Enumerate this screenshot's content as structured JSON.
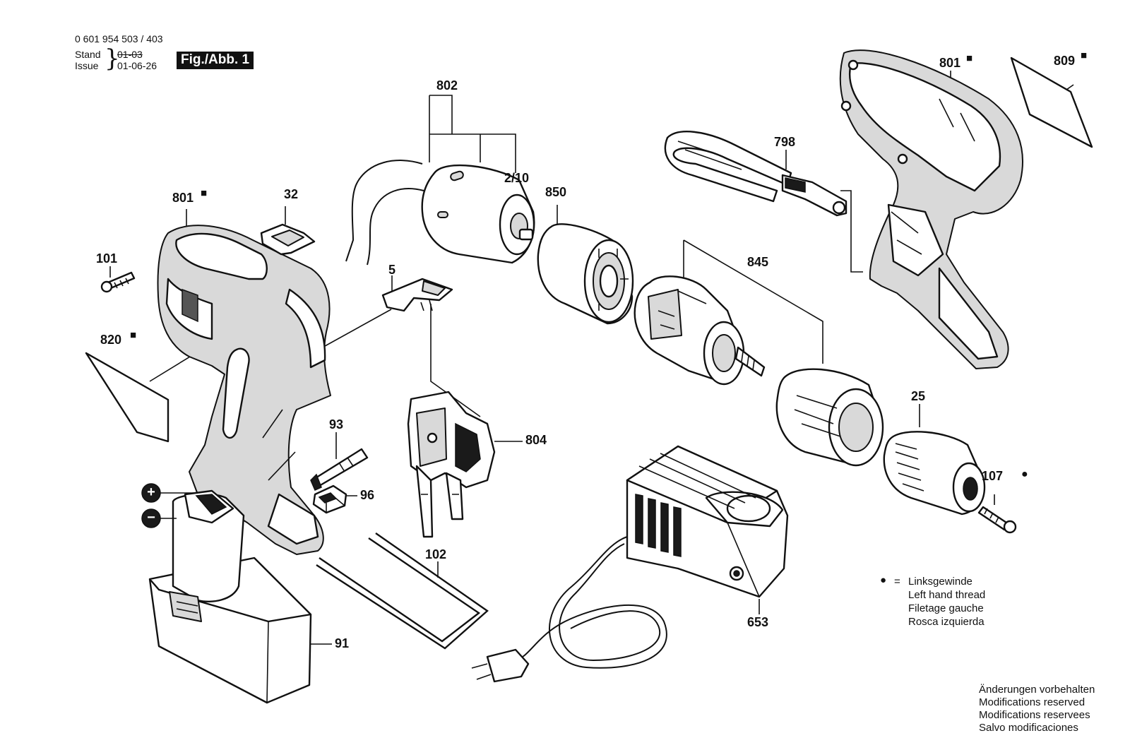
{
  "header": {
    "part_number": "0 601 954 503 / 403",
    "stand_label": "Stand",
    "stand_date_struck": "01-03",
    "issue_label": "Issue",
    "issue_date": "01-06-26",
    "figure_label": "Fig./Abb. 1"
  },
  "callouts": {
    "c802": "802",
    "c2_10": "2/10",
    "c850": "850",
    "c801_left": "801",
    "c32": "32",
    "c101": "101",
    "c5": "5",
    "c820": "820",
    "c93": "93",
    "c96": "96",
    "c804": "804",
    "c102": "102",
    "c91": "91",
    "c798": "798",
    "c801_right": "801",
    "c809": "809",
    "c845": "845",
    "c25": "25",
    "c107": "107",
    "c653": "653"
  },
  "legend": {
    "bullet_symbol": "●",
    "equals": "=",
    "lines": [
      "Linksgewinde",
      "Left hand thread",
      "Filetage gauche",
      "Rosca izquierda"
    ]
  },
  "footer": {
    "lines": [
      "Änderungen vorbehalten",
      "Modifications reserved",
      "Modifications reservees",
      "Salvo modificaciones"
    ]
  },
  "symbols": {
    "marker_square": "■",
    "marker_dot": "●",
    "plus": "+",
    "minus": "−"
  }
}
